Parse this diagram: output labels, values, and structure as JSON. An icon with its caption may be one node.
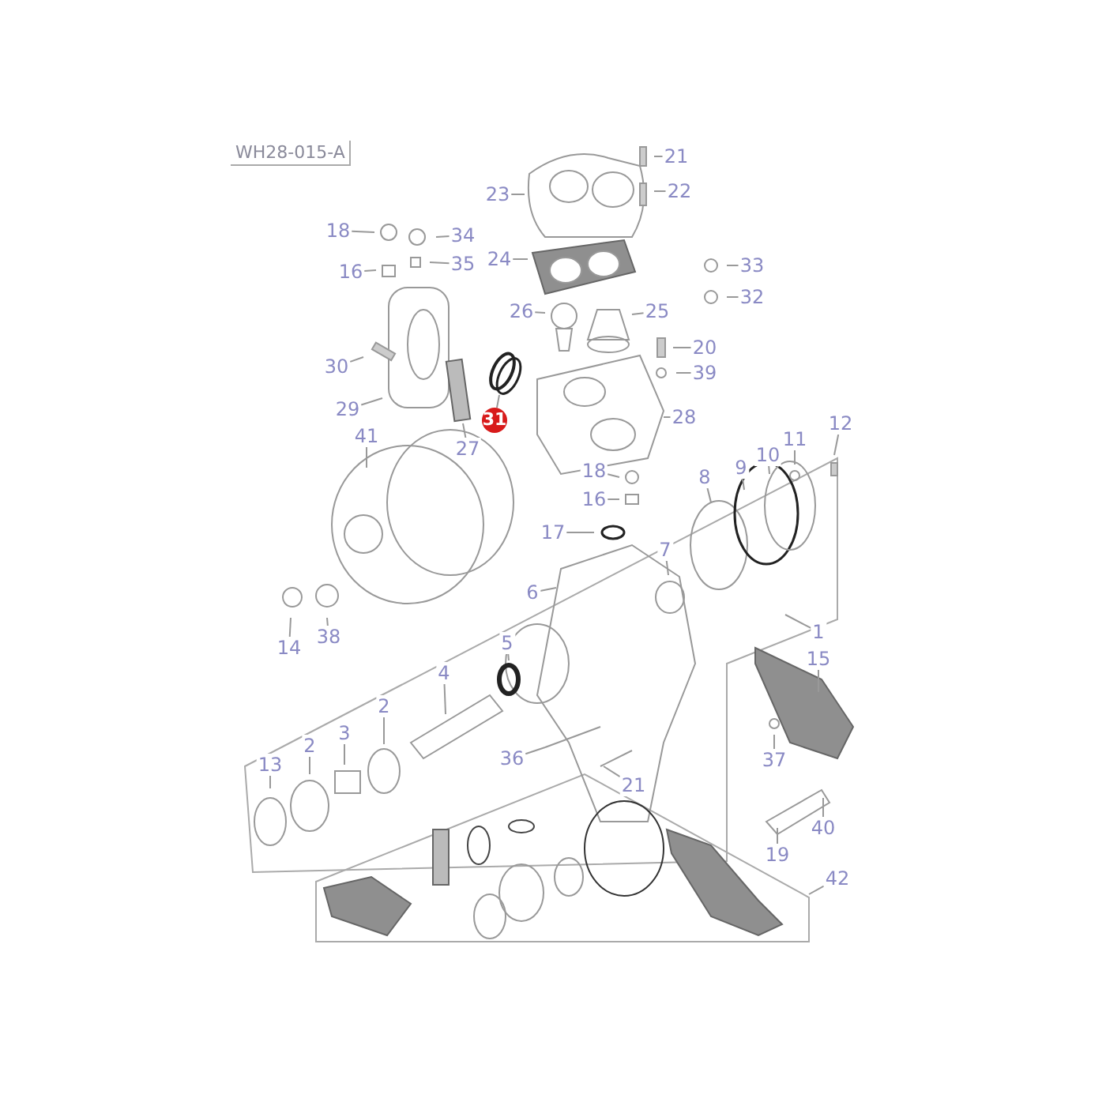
{
  "diagram": {
    "nodes": [
      {
        "text": [
          "21"
        ]
      },
      {
        "text": [
          "22"
        ]
      },
      {
        "text": [
          "23"
        ]
      },
      {
        "text": [
          "18"
        ]
      },
      {
        "text": [
          "34"
        ]
      },
      {
        "text": [
          "16"
        ]
      },
      {
        "text": [
          "35"
        ]
      },
      {
        "text": [
          "24"
        ]
      },
      {
        "text": [
          "33"
        ]
      },
      {
        "text": [
          "32"
        ]
      },
      {
        "text": [
          "26"
        ]
      },
      {
        "text": [
          "25"
        ]
      },
      {
        "text": [
          "20"
        ]
      },
      {
        "text": [
          "39"
        ]
      },
      {
        "text": [
          "30"
        ]
      },
      {
        "text": [
          "29"
        ]
      },
      {
        "text": [
          "27"
        ]
      },
      {
        "text": [
          "31"
        ]
      },
      {
        "text": [
          "28"
        ]
      },
      {
        "text": [
          "41"
        ]
      },
      {
        "text": [
          "12"
        ]
      },
      {
        "text": [
          "11"
        ]
      },
      {
        "text": [
          "10"
        ]
      },
      {
        "text": [
          "9"
        ]
      },
      {
        "text": [
          "18"
        ]
      },
      {
        "text": [
          "16"
        ]
      },
      {
        "text": [
          "17"
        ]
      },
      {
        "text": [
          "8"
        ]
      },
      {
        "text": [
          "7"
        ]
      },
      {
        "text": [
          "6"
        ]
      },
      {
        "text": [
          "14"
        ]
      },
      {
        "text": [
          "38"
        ]
      },
      {
        "text": [
          "5"
        ]
      },
      {
        "text": [
          "1"
        ]
      },
      {
        "text": [
          "15"
        ]
      },
      {
        "text": [
          "4"
        ]
      },
      {
        "text": [
          "2"
        ]
      },
      {
        "text": [
          "3"
        ]
      },
      {
        "text": [
          "2"
        ]
      },
      {
        "text": [
          "13"
        ]
      },
      {
        "text": [
          "36"
        ]
      },
      {
        "text": [
          "21"
        ]
      },
      {
        "text": [
          "37"
        ]
      },
      {
        "text": [
          "40"
        ]
      },
      {
        "text": [
          "19"
        ]
      },
      {
        "text": [
          "42"
        ]
      }
    ],
    "edges": [
      {
        "from": 0,
        "to": null,
        "arrow": "none"
      },
      {
        "from": 1,
        "to": null,
        "arrow": "none"
      },
      {
        "from": 2,
        "to": null,
        "arrow": "none"
      },
      {
        "from": 3,
        "to": null,
        "arrow": "none"
      },
      {
        "from": 4,
        "to": null,
        "arrow": "none"
      },
      {
        "from": 5,
        "to": null,
        "arrow": "none"
      },
      {
        "from": 6,
        "to": null,
        "arrow": "none"
      },
      {
        "from": 7,
        "to": null,
        "arrow": "none"
      },
      {
        "from": 8,
        "to": null,
        "arrow": "none"
      },
      {
        "from": 9,
        "to": null,
        "arrow": "none"
      },
      {
        "from": 10,
        "to": null,
        "arrow": "none"
      },
      {
        "from": 11,
        "to": null,
        "arrow": "none"
      },
      {
        "from": 12,
        "to": null,
        "arrow": "none"
      },
      {
        "from": 13,
        "to": null,
        "arrow": "none"
      },
      {
        "from": 14,
        "to": null,
        "arrow": "none"
      },
      {
        "from": 15,
        "to": null,
        "arrow": "none"
      },
      {
        "from": 16,
        "to": null,
        "arrow": "none"
      },
      {
        "from": 17,
        "to": null,
        "arrow": "none"
      },
      {
        "from": 18,
        "to": null,
        "arrow": "none"
      },
      {
        "from": 19,
        "to": null,
        "arrow": "none"
      },
      {
        "from": 20,
        "to": null,
        "arrow": "none"
      },
      {
        "from": 21,
        "to": null,
        "arrow": "none"
      },
      {
        "from": 22,
        "to": null,
        "arrow": "none"
      },
      {
        "from": 23,
        "to": null,
        "arrow": "none"
      },
      {
        "from": 24,
        "to": null,
        "arrow": "none"
      },
      {
        "from": 25,
        "to": null,
        "arrow": "none"
      },
      {
        "from": 26,
        "to": null,
        "arrow": "none"
      },
      {
        "from": 27,
        "to": null,
        "arrow": "none"
      },
      {
        "from": 28,
        "to": null,
        "arrow": "none"
      },
      {
        "from": 29,
        "to": null,
        "arrow": "none"
      },
      {
        "from": 30,
        "to": null,
        "arrow": "none"
      },
      {
        "from": 31,
        "to": null,
        "arrow": "none"
      },
      {
        "from": 32,
        "to": null,
        "arrow": "none"
      },
      {
        "from": 33,
        "to": null,
        "arrow": "none"
      },
      {
        "from": 34,
        "to": null,
        "arrow": "none"
      },
      {
        "from": 35,
        "to": null,
        "arrow": "none"
      },
      {
        "from": 36,
        "to": null,
        "arrow": "none"
      },
      {
        "from": 37,
        "to": null,
        "arrow": "none"
      },
      {
        "from": 38,
        "to": null,
        "arrow": "none"
      },
      {
        "from": 39,
        "to": null,
        "arrow": "none"
      },
      {
        "from": 40,
        "to": null,
        "arrow": "none"
      },
      {
        "from": 41,
        "to": null,
        "arrow": "none"
      },
      {
        "from": 42,
        "to": null,
        "arrow": "none"
      },
      {
        "from": 43,
        "to": null,
        "arrow": "none"
      },
      {
        "from": 44,
        "to": null,
        "arrow": "none"
      },
      {
        "from": 45,
        "to": null,
        "arrow": "none"
      }
    ],
    "labels": [
      "WH28-015-A"
    ]
  }
}
